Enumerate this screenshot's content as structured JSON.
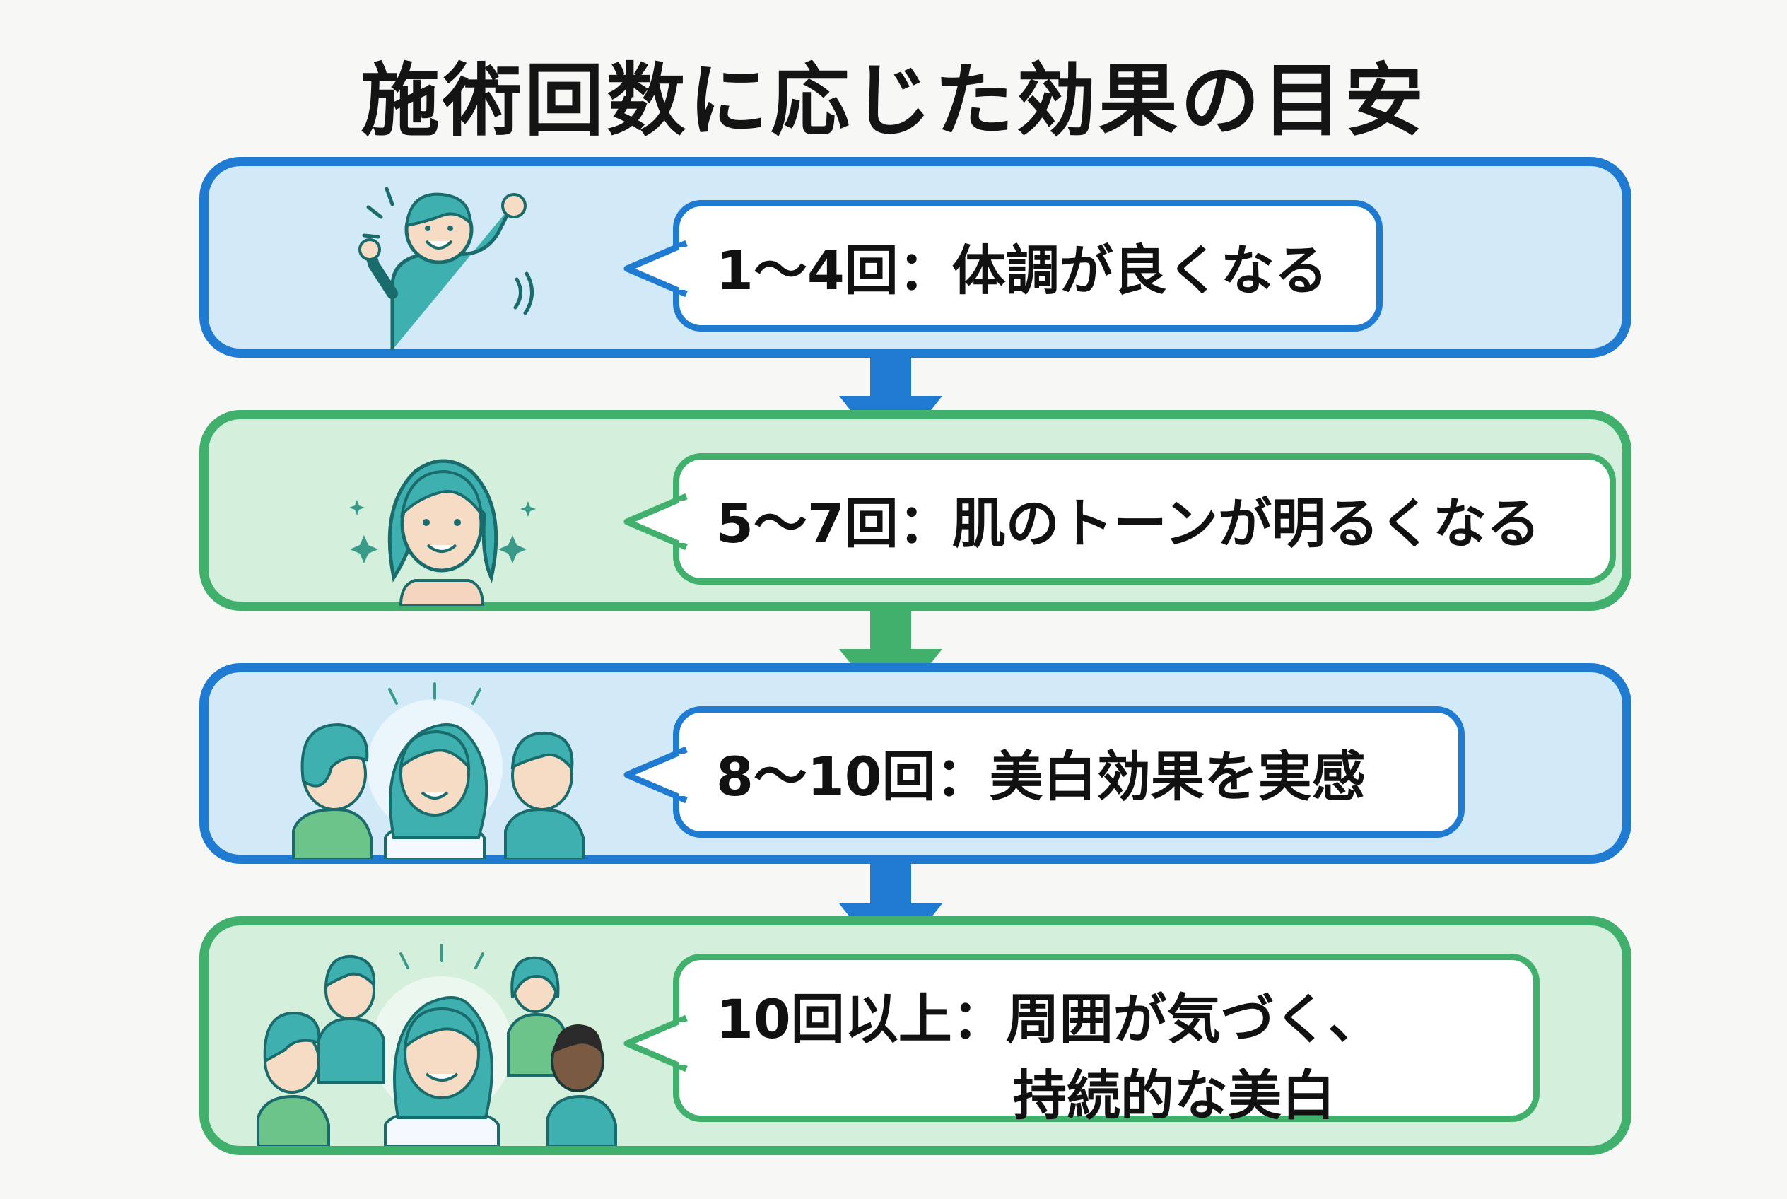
{
  "title": "施術回数に応じた効果の目安",
  "colors": {
    "blue": "#1f7ad2",
    "blue_fill": "#d2e9f8",
    "green": "#40b06c",
    "green_fill": "#d4f0dc",
    "figure": "#3fb0b0"
  },
  "stages": [
    {
      "text": "1〜4回：体調が良くなる",
      "theme": "blue",
      "illustration": "cheering-person-icon"
    },
    {
      "text": "5〜7回：肌のトーンが明るくなる",
      "theme": "green",
      "illustration": "glowing-face-woman-icon"
    },
    {
      "text": "8〜10回：美白効果を実感",
      "theme": "blue",
      "illustration": "admired-woman-group-icon"
    },
    {
      "text_line1": "10回以上：周囲が気づく、",
      "text_line2": "持続的な美白",
      "theme": "green",
      "illustration": "applauding-crowd-icon"
    }
  ]
}
